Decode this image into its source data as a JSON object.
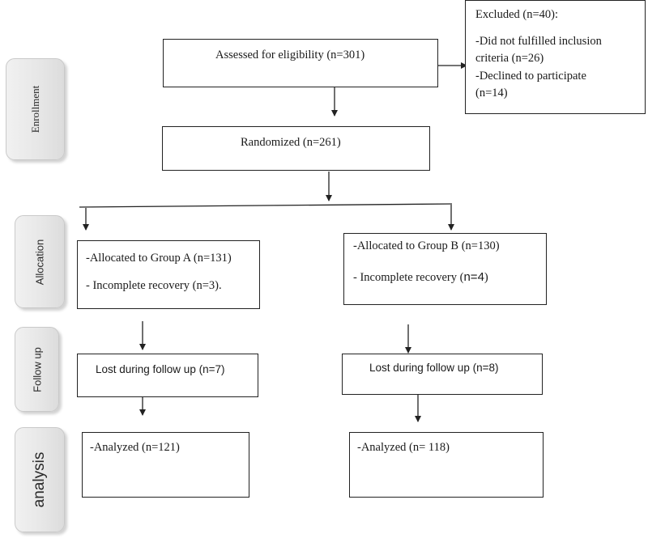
{
  "stages": {
    "enrollment": "Enrollment",
    "allocation": "Allocation",
    "follow_up": "Follow up",
    "analysis": "analysis"
  },
  "boxes": {
    "assessed": "Assessed for eligibility (n=301)",
    "excluded": {
      "title": "Excluded (n=40):",
      "line1": "-Did not fulfilled inclusion",
      "line2": "criteria (n=26)",
      "line3": "-Declined to participate",
      "line4": "(n=14)"
    },
    "randomized": "Randomized (n=261)",
    "group_a": {
      "allocated": "-Allocated to Group A (n=131)",
      "incomplete": "- Incomplete recovery (n=3)."
    },
    "group_b": {
      "allocated": "-Allocated to Group B (n=130)",
      "incomplete_prefix": "- Incomplete recovery (",
      "incomplete_count": "n=4",
      "incomplete_suffix": ")"
    },
    "lost_a": "Lost during follow up (n=7)",
    "lost_b": "Lost during follow up (n=8)",
    "analyzed_a": "-Analyzed (n=121)",
    "analyzed_b": "-Analyzed (n= 118)"
  }
}
